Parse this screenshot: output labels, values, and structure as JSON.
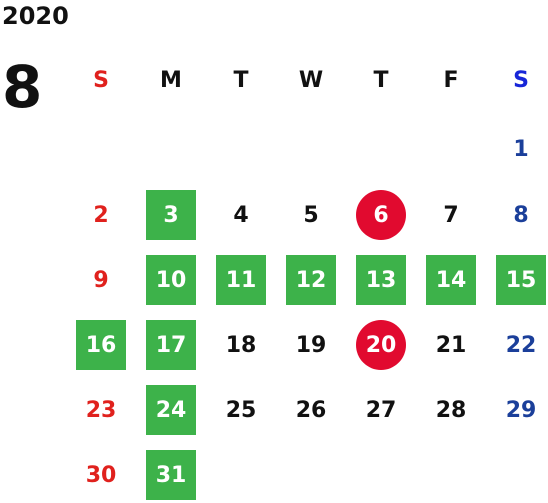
{
  "year": "2020",
  "month": "8",
  "weekdays": [
    "S",
    "M",
    "T",
    "W",
    "T",
    "F",
    "S"
  ],
  "weeks": [
    [
      {
        "d": ""
      },
      {
        "d": ""
      },
      {
        "d": ""
      },
      {
        "d": ""
      },
      {
        "d": ""
      },
      {
        "d": ""
      },
      {
        "d": "1",
        "style": "normal"
      }
    ],
    [
      {
        "d": "2",
        "style": "normal"
      },
      {
        "d": "3",
        "style": "green"
      },
      {
        "d": "4",
        "style": "normal"
      },
      {
        "d": "5",
        "style": "normal"
      },
      {
        "d": "6",
        "style": "red"
      },
      {
        "d": "7",
        "style": "normal"
      },
      {
        "d": "8",
        "style": "normal"
      }
    ],
    [
      {
        "d": "9",
        "style": "normal"
      },
      {
        "d": "10",
        "style": "green"
      },
      {
        "d": "11",
        "style": "green"
      },
      {
        "d": "12",
        "style": "green"
      },
      {
        "d": "13",
        "style": "green"
      },
      {
        "d": "14",
        "style": "green"
      },
      {
        "d": "15",
        "style": "green"
      }
    ],
    [
      {
        "d": "16",
        "style": "green"
      },
      {
        "d": "17",
        "style": "green"
      },
      {
        "d": "18",
        "style": "normal"
      },
      {
        "d": "19",
        "style": "normal"
      },
      {
        "d": "20",
        "style": "red"
      },
      {
        "d": "21",
        "style": "normal"
      },
      {
        "d": "22",
        "style": "normal"
      }
    ],
    [
      {
        "d": "23",
        "style": "normal"
      },
      {
        "d": "24",
        "style": "green"
      },
      {
        "d": "25",
        "style": "normal"
      },
      {
        "d": "26",
        "style": "normal"
      },
      {
        "d": "27",
        "style": "normal"
      },
      {
        "d": "28",
        "style": "normal"
      },
      {
        "d": "29",
        "style": "normal"
      }
    ],
    [
      {
        "d": "30",
        "style": "normal"
      },
      {
        "d": "31",
        "style": "green"
      },
      {
        "d": ""
      },
      {
        "d": ""
      },
      {
        "d": ""
      },
      {
        "d": ""
      },
      {
        "d": ""
      }
    ]
  ],
  "colors": {
    "holiday_green": "#3db24a",
    "highlight_red": "#e10a2f",
    "sunday_text": "#e0211d",
    "saturday_text": "#1b3f9a"
  }
}
